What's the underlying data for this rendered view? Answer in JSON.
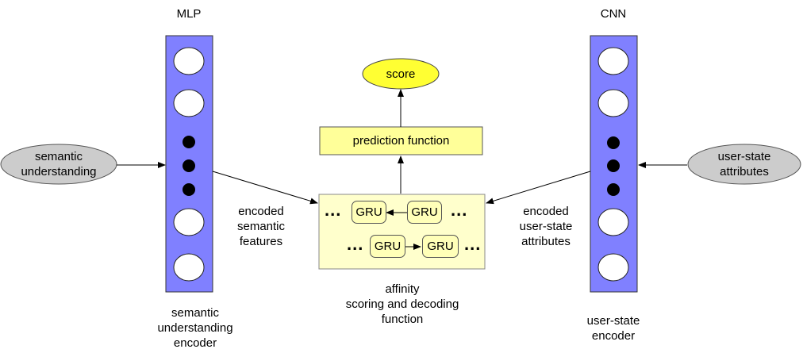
{
  "left_encoder": {
    "top_label": "MLP",
    "bottom_label_lines": [
      "semantic",
      "understanding",
      "encoder"
    ]
  },
  "right_encoder": {
    "top_label": "CNN",
    "bottom_label_lines": [
      "user-state",
      "encoder"
    ]
  },
  "left_input": {
    "lines": [
      "semantic",
      "understanding"
    ]
  },
  "right_input": {
    "lines": [
      "user-state",
      "attributes"
    ]
  },
  "left_edge_label": {
    "lines": [
      "encoded",
      "semantic",
      "features"
    ]
  },
  "right_edge_label": {
    "lines": [
      "encoded",
      "user-state",
      "attributes"
    ]
  },
  "score": {
    "label": "score"
  },
  "prediction": {
    "label": "prediction function"
  },
  "affinity": {
    "caption_lines": [
      "affinity",
      "scoring and decoding",
      "function"
    ],
    "gru_label": "GRU",
    "ellipsis": "..."
  },
  "colors": {
    "encoder_fill": "#8080ff",
    "score_fill": "#ffff33",
    "box_fill": "#ffff99",
    "affinity_fill": "#ffffcc",
    "input_fill": "#cccccc"
  }
}
